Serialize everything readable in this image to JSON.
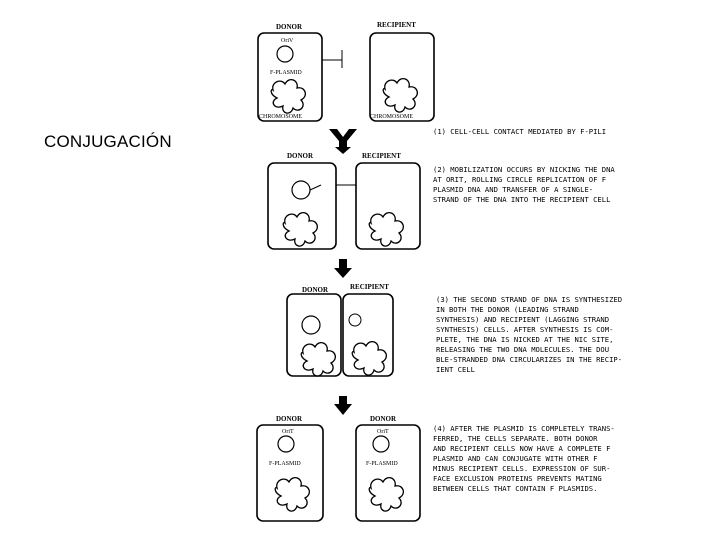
{
  "title": "CONJUGACIÓN",
  "stages": {
    "s1": {
      "donor": "DONOR",
      "recipient": "RECIPIENT",
      "oriv": "OriV",
      "fplasmid": "F-PLASMID",
      "chromo_left": "CHROMOSOME",
      "chromo_right": "CHROMOSOME"
    },
    "s2": {
      "donor": "DONOR",
      "recipient": "RECIPIENT"
    },
    "s3": {
      "donor": "DONOR",
      "recipient": "RECIPIENT"
    },
    "s4": {
      "donor_left": "DONOR",
      "donor_right": "DONOR",
      "orit_left": "OriT",
      "orit_right": "OriT",
      "fplasmid_left": "F-PLASMID",
      "fplasmid_right": "F-PLASMID"
    }
  },
  "captions": {
    "c1": [
      "(1) CELL-CELL CONTACT MEDIATED BY F-PILI"
    ],
    "c2": [
      "(2) MOBILIZATION OCCURS BY NICKING THE DNA",
      "     AT ORIT, ROLLING CIRCLE REPLICATION OF F",
      "     PLASMID DNA AND TRANSFER OF A SINGLE-",
      "     STRAND OF THE DNA INTO THE RECIPIENT CELL"
    ],
    "c3": [
      "(3) THE SECOND STRAND OF DNA IS SYNTHESIZED",
      "     IN BOTH THE DONOR (LEADING STRAND",
      "     SYNTHESIS) AND RECIPIENT (LAGGING STRAND",
      "     SYNTHESIS) CELLS. AFTER SYNTHESIS IS COM-",
      "     PLETE, THE DNA IS NICKED AT THE NIC SITE,",
      "     RELEASING THE TWO DNA MOLECULES. THE DOU",
      "     BLE-STRANDED DNA CIRCULARIZES IN THE RECIP-",
      "     IENT CELL"
    ],
    "c4": [
      "(4) AFTER THE PLASMID IS COMPLETELY TRANS-",
      "     FERRED, THE CELLS SEPARATE. BOTH DONOR",
      "     AND RECIPIENT CELLS NOW HAVE A COMPLETE F",
      "     PLASMID AND CAN CONJUGATE WITH OTHER F",
      "     MINUS RECIPIENT CELLS. EXPRESSION OF SUR-",
      "     FACE EXCLUSION PROTEINS PREVENTS MATING",
      "     BETWEEN CELLS THAT CONTAIN F PLASMIDS."
    ]
  }
}
